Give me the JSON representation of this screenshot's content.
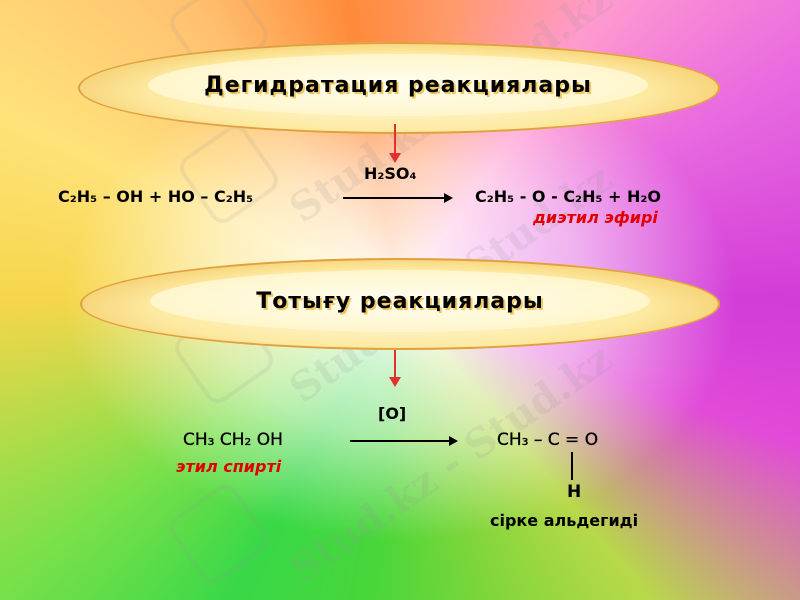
{
  "watermark": {
    "text": "Stud.kz - Stud.kz"
  },
  "section1": {
    "title": "Дегидратация реакциялары",
    "left_side": "C₂H₅ –  OH + HO – C₂H₅",
    "catalyst": "H₂SO₄",
    "right_side": "C₂H₅  -  O  -  C₂H₅ + H₂O",
    "product_name": "диэтил эфирі"
  },
  "section2": {
    "title": "Тотығу реакциялары",
    "reactant": "CH₃ CH₂ OH",
    "reactant_name": "этил спирті",
    "oxidant": "[O]",
    "product": "CH₃ – C = O",
    "substituent": "H",
    "product_name": "сірке альдегиді"
  },
  "colors": {
    "arrow_red": "#e03030",
    "label_red": "#e00000",
    "oval": "#fde9a0"
  }
}
